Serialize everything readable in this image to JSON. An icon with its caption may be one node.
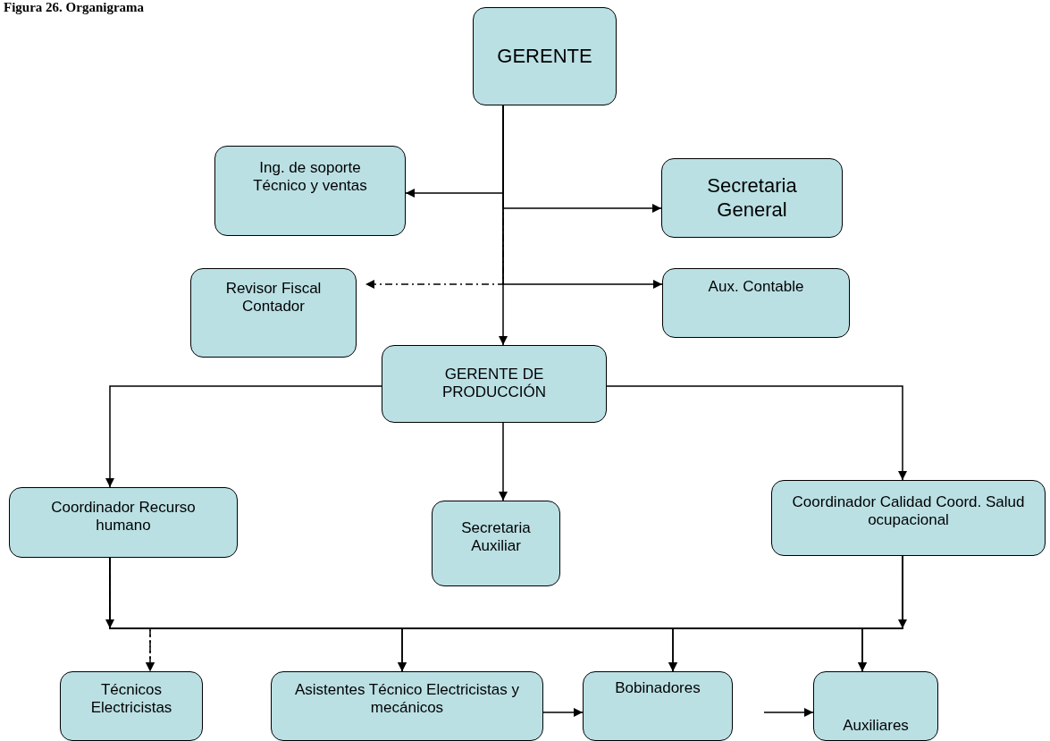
{
  "diagram": {
    "title": "Figura 26. Organigrama",
    "nodes": [
      {
        "text": [
          "GERENTE"
        ]
      },
      {
        "text": [
          "Ing. de soporte Técnico y ventas"
        ]
      },
      {
        "text": [
          "Secretaria General"
        ]
      },
      {
        "text": [
          "Revisor Fiscal Contador"
        ]
      },
      {
        "text": [
          "Aux. Contable"
        ]
      },
      {
        "text": [
          "GERENTE DE PRODUCCIÓN"
        ]
      },
      {
        "text": [
          "Coordinador Recurso humano"
        ]
      },
      {
        "text": [
          "Secretaria Auxiliar"
        ]
      },
      {
        "text": [
          "Coordinador Calidad Coord. Salud ocupacional"
        ]
      },
      {
        "text": [
          "Técnicos Electricistas"
        ]
      },
      {
        "text": [
          "Asistentes Técnico Electricistas y mecánicos"
        ]
      },
      {
        "text": [
          "Bobinadores"
        ]
      },
      {
        "text": [
          "Auxiliares"
        ]
      }
    ],
    "edges": [
      {
        "from": 0,
        "to": 5,
        "arrow": "to"
      },
      {
        "from": 0,
        "to": 1,
        "arrow": "to"
      },
      {
        "from": 0,
        "to": 2,
        "arrow": "to"
      },
      {
        "from": 0,
        "to": 3,
        "arrow": "to",
        "style": "dashed"
      },
      {
        "from": 0,
        "to": 4,
        "arrow": "to"
      },
      {
        "from": 5,
        "to": 6,
        "arrow": "to"
      },
      {
        "from": 5,
        "to": 7,
        "arrow": "to"
      },
      {
        "from": 5,
        "to": 8,
        "arrow": "to"
      },
      {
        "from": 6,
        "to": 9,
        "arrow": "to",
        "style": "dashed"
      },
      {
        "from": 6,
        "to": 10,
        "arrow": "to"
      },
      {
        "from": 6,
        "to": 11,
        "arrow": "to"
      },
      {
        "from": 6,
        "to": 12,
        "arrow": "to"
      },
      {
        "from": 8,
        "to": 9,
        "arrow": "to",
        "style": "dashed"
      },
      {
        "from": 8,
        "to": 10,
        "arrow": "to"
      },
      {
        "from": 8,
        "to": 11,
        "arrow": "to"
      },
      {
        "from": 8,
        "to": 12,
        "arrow": "to"
      },
      {
        "from": 10,
        "to": 11,
        "arrow": "to"
      },
      {
        "from": null,
        "to": 12,
        "arrow": "to"
      }
    ]
  }
}
